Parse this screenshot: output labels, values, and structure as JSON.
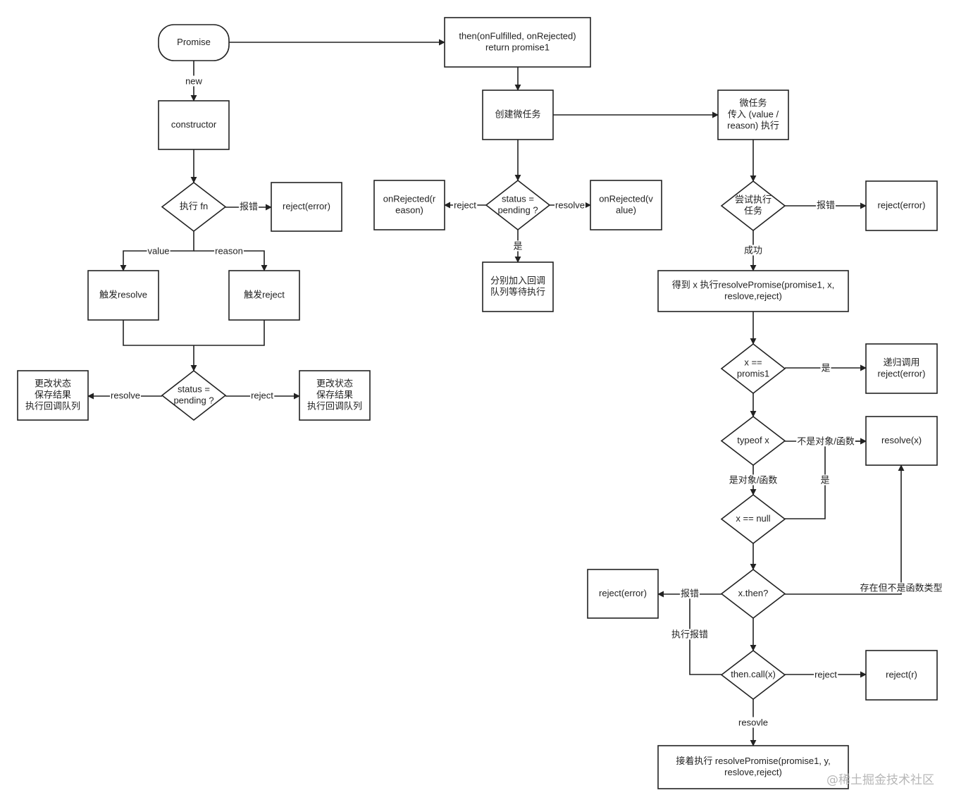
{
  "nodes": {
    "promise": [
      "Promise"
    ],
    "constructor": [
      "constructor"
    ],
    "exec_fn": [
      "执行 fn"
    ],
    "reject_error_1": [
      "reject(error)"
    ],
    "trigger_resolve": [
      "触发resolve"
    ],
    "trigger_reject": [
      "触发reject"
    ],
    "status_pending_1": [
      "status =",
      "pending ?"
    ],
    "update_left": [
      "更改状态",
      "保存结果",
      "执行回调队列"
    ],
    "update_right": [
      "更改状态",
      "保存结果",
      "执行回调队列"
    ],
    "then_box": [
      "then(onFulfilled, onRejected)",
      "return promise1"
    ],
    "create_microtask": [
      "创建微任务"
    ],
    "status_pending_2": [
      "status =",
      "pending ?"
    ],
    "on_rejected_reason": [
      "onRejected(r",
      "eason)"
    ],
    "on_rejected_value": [
      "onRejected(v",
      "alue)"
    ],
    "add_callback_queue": [
      "分别加入回调",
      "队列等待执行"
    ],
    "microtask": [
      "微任务",
      "传入 (value /",
      "reason) 执行"
    ],
    "try_exec": [
      "尝试执行",
      "任务"
    ],
    "reject_error_2": [
      "reject(error)"
    ],
    "get_x": [
      "得到 x 执行resolvePromise(promise1, x,",
      "reslove,reject)"
    ],
    "x_eq_promise": [
      "x ==",
      "promis1"
    ],
    "recursive_call": [
      "递归调用",
      "reject(error)"
    ],
    "typeof_x": [
      "typeof x"
    ],
    "resolve_x": [
      "resolve(x)"
    ],
    "x_eq_null": [
      "x == null"
    ],
    "x_then": [
      "x.then?"
    ],
    "reject_error_3": [
      "reject(error)"
    ],
    "then_call": [
      "then.call(x)"
    ],
    "reject_r": [
      "reject(r)"
    ],
    "continue_resolve": [
      "接着执行 resolvePromise(promise1, y,",
      "reslove,reject)"
    ]
  },
  "edge_labels": {
    "new": "new",
    "fn_error": "报错",
    "value": "value",
    "reason": "reason",
    "resolve_left": "resolve",
    "reject_right": "reject",
    "reject_mid": "reject",
    "resolve_mid": "resolve",
    "yes_mid": "是",
    "try_error": "报错",
    "success": "成功",
    "yes_recursive": "是",
    "not_object": "不是对象/函数",
    "is_object": "是对象/函数",
    "yes_null": "是",
    "exists_not_function": "存在但不是函数类型",
    "then_error": "报错",
    "exec_error": "执行报错",
    "reject_r": "reject",
    "resolve_y": "resovle"
  },
  "watermark": "@稀土掘金技术社区"
}
